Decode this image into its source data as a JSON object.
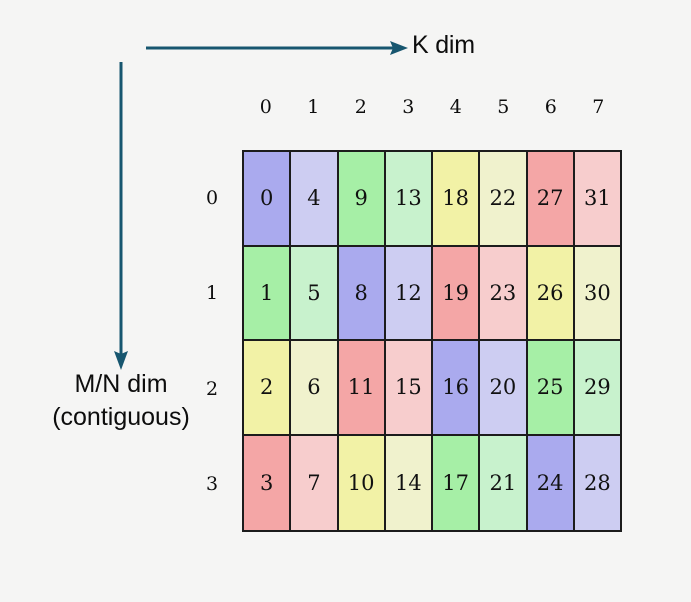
{
  "figure": {
    "background_color": "#f5f5f4",
    "axis_arrow_color": "#17566f",
    "grid_line_color": "#1c1c1c"
  },
  "k_axis": {
    "label": "K dim",
    "arrow_direction": "right"
  },
  "mn_axis": {
    "label_line1": "M/N dim",
    "label_line2": "(contiguous)",
    "arrow_direction": "down"
  },
  "chart_data": {
    "type": "heatmap",
    "title": "",
    "xlabel": "K dim",
    "ylabel": "M/N dim (contiguous)",
    "columns": 8,
    "rows": 4,
    "col_labels": [
      "0",
      "1",
      "2",
      "3",
      "4",
      "5",
      "6",
      "7"
    ],
    "row_labels": [
      "0",
      "1",
      "2",
      "3"
    ],
    "values": [
      [
        "0",
        "4",
        "9",
        "13",
        "18",
        "22",
        "27",
        "31"
      ],
      [
        "1",
        "5",
        "8",
        "12",
        "19",
        "23",
        "26",
        "30"
      ],
      [
        "2",
        "6",
        "11",
        "15",
        "16",
        "20",
        "25",
        "29"
      ],
      [
        "3",
        "7",
        "10",
        "14",
        "17",
        "21",
        "24",
        "28"
      ]
    ],
    "cell_colors": [
      [
        "#aaaaee",
        "#cdcdf2",
        "#a6efa6",
        "#c8f2cd",
        "#f2f2a6",
        "#f0f2cd",
        "#f4a6a6",
        "#f7cdcd"
      ],
      [
        "#a6efa6",
        "#c8f2cd",
        "#aaaaee",
        "#cdcdf2",
        "#f4a6a6",
        "#f7cdcd",
        "#f2f2a6",
        "#f0f2cd"
      ],
      [
        "#f2f2a6",
        "#f0f2cd",
        "#f4a6a6",
        "#f7cdcd",
        "#aaaaee",
        "#cdcdf2",
        "#a6efa6",
        "#c8f2cd"
      ],
      [
        "#f4a6a6",
        "#f7cdcd",
        "#f2f2a6",
        "#f0f2cd",
        "#a6efa6",
        "#c8f2cd",
        "#aaaaee",
        "#cdcdf2"
      ]
    ],
    "palette": {
      "blue": "#aaaaee",
      "blue_light": "#cdcdf2",
      "green": "#a6efa6",
      "green_light": "#c8f2cd",
      "yellow": "#f2f2a6",
      "yellow_light": "#f0f2cd",
      "red": "#f4a6a6",
      "red_light": "#f7cdcd"
    },
    "legend": [],
    "grid": true
  }
}
